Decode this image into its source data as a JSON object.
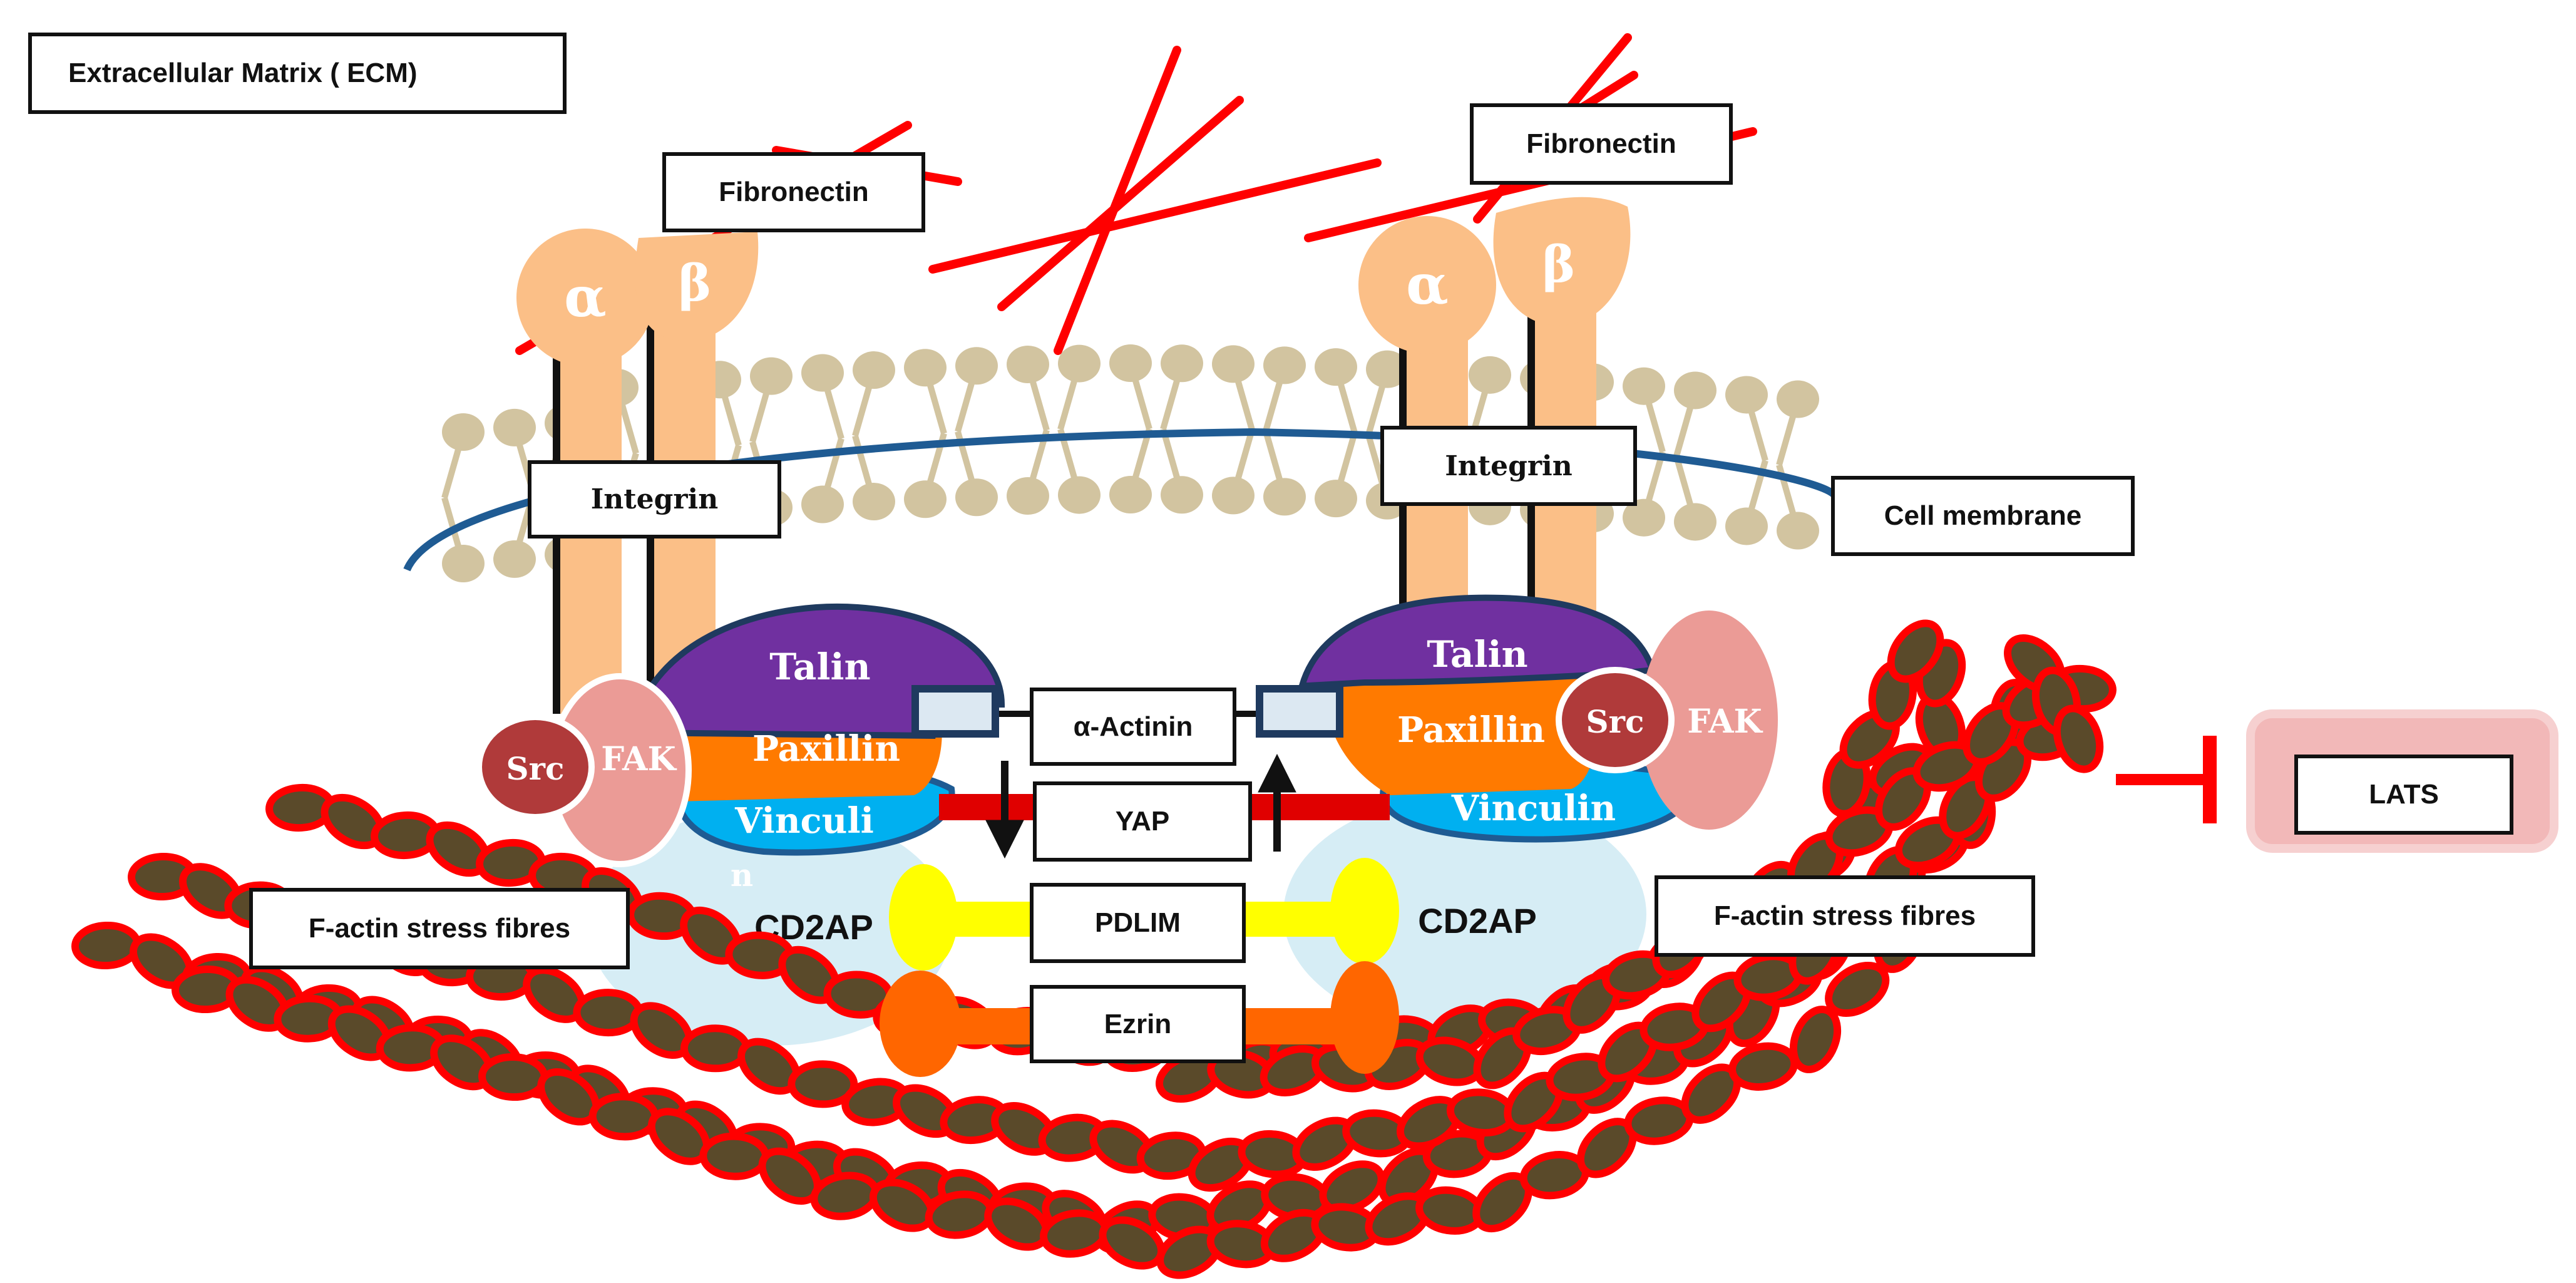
{
  "labels": {
    "ecm": "Extracellular Matrix ( ECM)",
    "fibronectin_left": "Fibronectin",
    "fibronectin_right": "Fibronectin",
    "integrin_left": "Integrin",
    "integrin_right": "Integrin",
    "cell_membrane": "Cell membrane",
    "alpha_actinin": "α-Actinin",
    "yap": "YAP",
    "pdlim": "PDLIM",
    "ezrin": "Ezrin",
    "factin_left": "F-actin stress fibres",
    "factin_right": "F-actin stress fibres",
    "lats": "LATS"
  },
  "proteins": {
    "alpha": "α",
    "beta": "β",
    "talin": "Talin",
    "paxillin": "Paxillin",
    "vinculin_left_line1": "Vinculi",
    "vinculin_left_line2": "n",
    "vinculin_right": "Vinculin",
    "src": "Src",
    "fak": "FAK",
    "cd2ap": "CD2AP"
  },
  "colors": {
    "fibronectin": "#ff0000",
    "integrin": "#fbbf87",
    "lipid": "#d2c4a0",
    "membrane_line": "#1f5b93",
    "talin": "#7030a0",
    "paxillin": "#ff7a00",
    "vinculin": "#00b0f0",
    "src": "#b03a3a",
    "fak": "#eb9b96",
    "cd2ap": "#d6edf5",
    "pdlim": "#ffff00",
    "ezrin": "#ff6600",
    "actin_fill": "#5a4a2a",
    "actin_outline": "#ff0000",
    "lats_glow": "#f2b8b8"
  }
}
